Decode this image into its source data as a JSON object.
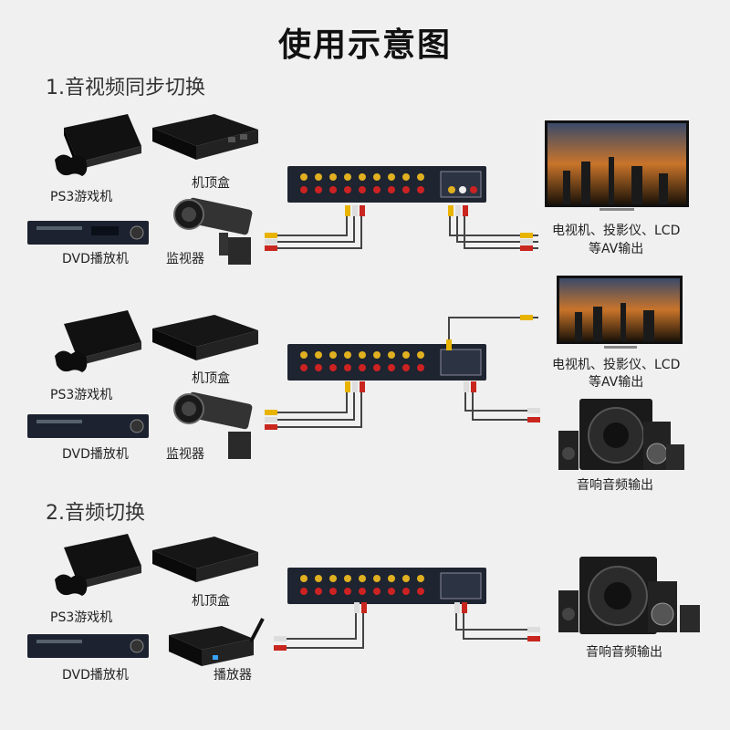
{
  "title": "使用示意图",
  "sections": [
    {
      "heading": "1.音视频同步切换"
    },
    {
      "heading": "2.音频切换"
    }
  ],
  "labels": {
    "ps3": "PS3游戏机",
    "stb": "机顶盒",
    "dvd": "DVD播放机",
    "camera": "监视器",
    "player": "播放器",
    "tv_line1": "电视机、投影仪、LCD",
    "tv_line2": "等AV输出",
    "speaker1": "音响音频输出",
    "speaker2": "音响音频输出"
  },
  "colors": {
    "cable_yellow": "#e8b400",
    "cable_red": "#c8261e",
    "cable_white": "#e8e8e8",
    "switch_body": "#1e2430",
    "background": "#f0f0f0"
  }
}
